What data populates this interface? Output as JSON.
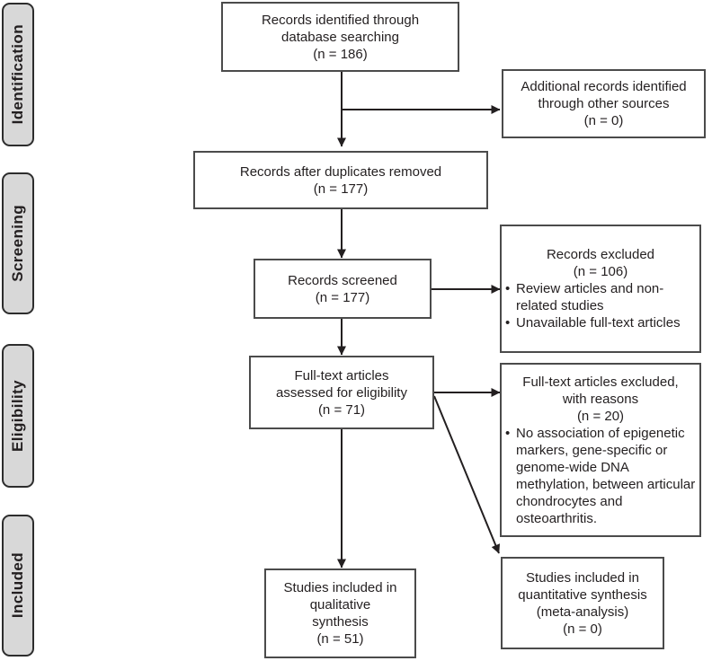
{
  "diagram": {
    "type": "prisma-flowchart",
    "colors": {
      "background": "#ffffff",
      "box_border": "#4b4b4b",
      "stage_fill": "#d8d8d8",
      "stage_border": "#2d2d2d",
      "arrow": "#231f20",
      "text": "#231f20"
    },
    "stages": [
      {
        "label": "Identification"
      },
      {
        "label": "Screening"
      },
      {
        "label": "Eligibility"
      },
      {
        "label": "Included"
      }
    ],
    "boxes": {
      "identified": {
        "lines": [
          "Records identified through",
          "database searching",
          "(n = 186)"
        ]
      },
      "additional": {
        "lines": [
          "Additional records identified",
          "through other sources",
          "(n = 0)"
        ]
      },
      "duplicates": {
        "lines": [
          "Records after duplicates removed",
          "(n = 177)"
        ]
      },
      "screened": {
        "lines": [
          "Records screened",
          "(n = 177)"
        ]
      },
      "excluded": {
        "lines": [
          "Records excluded",
          "(n = 106)"
        ],
        "bullets": [
          "Review articles and non-related studies",
          "Unavailable full-text articles"
        ]
      },
      "fulltext": {
        "lines": [
          "Full-text articles",
          "assessed for eligibility",
          "(n = 71)"
        ]
      },
      "ft_excluded": {
        "lines": [
          "Full-text articles excluded,",
          "with reasons",
          "(n = 20)"
        ],
        "bullets": [
          "No association of epigenetic markers, gene-specific or genome-wide DNA methylation, between articular chondrocytes and osteoarthritis."
        ]
      },
      "qualitative": {
        "lines": [
          "Studies included in",
          "qualitative",
          "synthesis",
          "(n = 51)"
        ]
      },
      "quantitative": {
        "lines": [
          "Studies included in",
          "quantitative synthesis",
          "(meta-analysis)",
          "(n = 0)"
        ]
      }
    }
  }
}
